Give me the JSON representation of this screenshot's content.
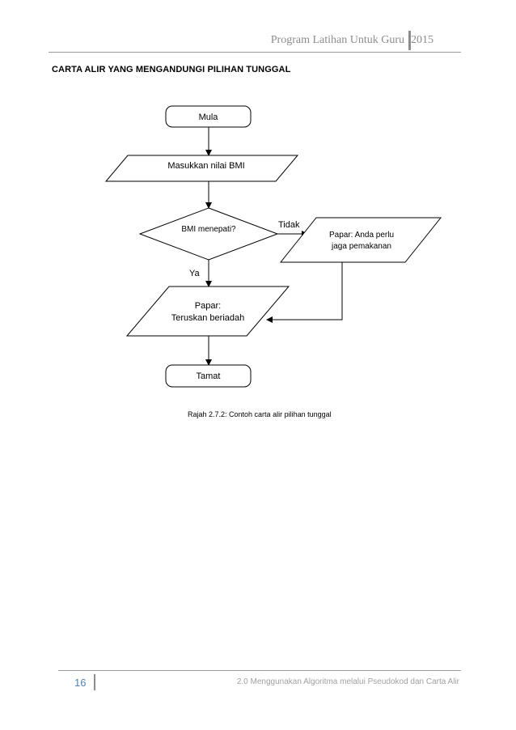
{
  "header": {
    "running_title": "Program Latihan Untuk Guru",
    "year": "2015"
  },
  "title": "CARTA ALIR YANG MENGANDUNGI  PILIHAN TUNGGAL",
  "flowchart": {
    "start": "Mula",
    "input": "Masukkan nilai BMI",
    "decision": "BMI menepati?",
    "no_label": "Tidak",
    "yes_label": "Ya",
    "output_no_line1": "Papar: Anda perlu",
    "output_no_line2": "jaga pemakanan",
    "output_yes_line1": "Papar:",
    "output_yes_line2": "Teruskan beriadah",
    "end": "Tamat"
  },
  "caption": "Rajah 2.7.2: Contoh carta alir pilihan tunggal",
  "footer": {
    "page_number": "16",
    "chapter": "2.0 Menggunakan Algoritma melalui Pseudokod dan Carta Alir"
  }
}
